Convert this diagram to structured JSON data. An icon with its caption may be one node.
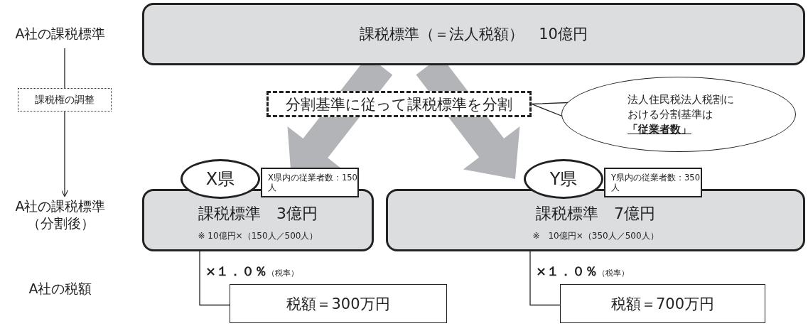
{
  "diagram": {
    "nodes": [
      {
        "text": [
          "A社の課税標準"
        ]
      },
      {
        "text": [
          "課税権の調整"
        ]
      },
      {
        "text": [
          "A社の課税標準（分割後）"
        ]
      },
      {
        "text": [
          "課税標準（＝法人税額）　10億円"
        ]
      },
      {
        "text": [
          "分割基準に従って課税標準を分割"
        ]
      },
      {
        "text": [
          "法人住民税法人税割における分割基準は**「従業者数」**"
        ]
      },
      {
        "text": [
          "課税標準　3億円",
          "※ 10億円×（150人／500人）"
        ]
      },
      {
        "text": [
          "X県"
        ]
      },
      {
        "text": [
          "X県内の従業者数：150人"
        ]
      },
      {
        "text": [
          "税額＝300万円"
        ]
      },
      {
        "text": [
          "課税標準　7億円",
          "※　10億円×（350人／500人）"
        ]
      },
      {
        "text": [
          "Y県"
        ]
      },
      {
        "text": [
          "Y県内の従業者数：350人"
        ]
      },
      {
        "text": [
          "税額＝700万円"
        ]
      }
    ],
    "edges": [
      {
        "from": 0,
        "to": 1,
        "arrow": "none"
      },
      {
        "from": 1,
        "to": 2,
        "arrow": "to"
      },
      {
        "from": 3,
        "to": 6,
        "arrow": "to",
        "style": "thick",
        "color": "#b3b4b8"
      },
      {
        "from": 3,
        "to": 10,
        "arrow": "to",
        "style": "thick",
        "color": "#b3b4b8"
      },
      {
        "from": 5,
        "to": 4,
        "arrow": "none"
      },
      {
        "from": 6,
        "to": 9,
        "arrow": "none",
        "label": "**×１．０％**（税率）"
      },
      {
        "from": 10,
        "to": 13,
        "arrow": "none",
        "label": "**×１．０％**（税率）"
      }
    ],
    "labels": [
      "A社の税額"
    ]
  }
}
